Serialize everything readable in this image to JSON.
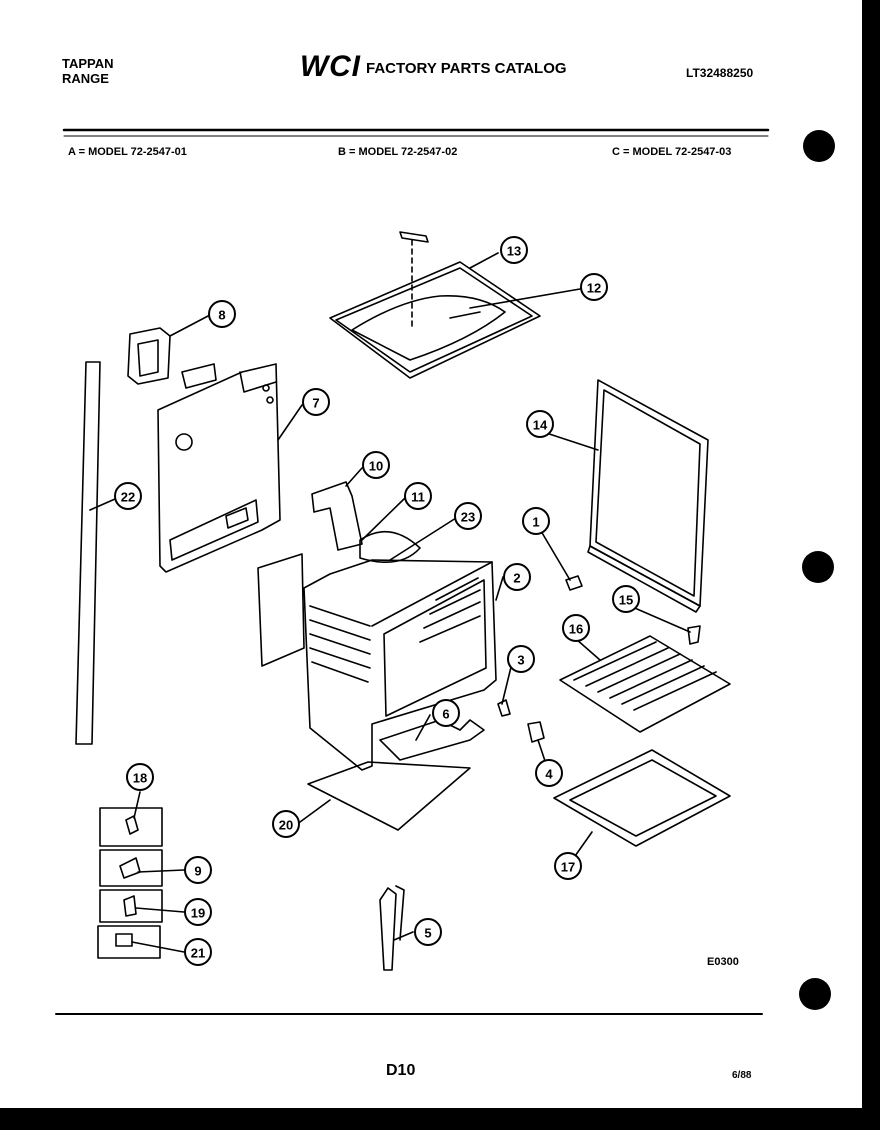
{
  "header": {
    "brand_line1": "TAPPAN",
    "brand_line2": "RANGE",
    "logo_text": "WCI",
    "catalog_title": "FACTORY PARTS CATALOG",
    "catalog_number": "LT32488250"
  },
  "models": {
    "a": "A = MODEL 72-2547-01",
    "b": "B = MODEL 72-2547-02",
    "c": "C = MODEL 72-2547-03"
  },
  "callouts": [
    "1",
    "2",
    "3",
    "4",
    "5",
    "6",
    "7",
    "8",
    "9",
    "10",
    "11",
    "12",
    "13",
    "14",
    "15",
    "16",
    "17",
    "18",
    "19",
    "20",
    "21",
    "22",
    "23"
  ],
  "footer": {
    "drawing_code": "E0300",
    "page_code": "D10",
    "date": "6/88"
  }
}
